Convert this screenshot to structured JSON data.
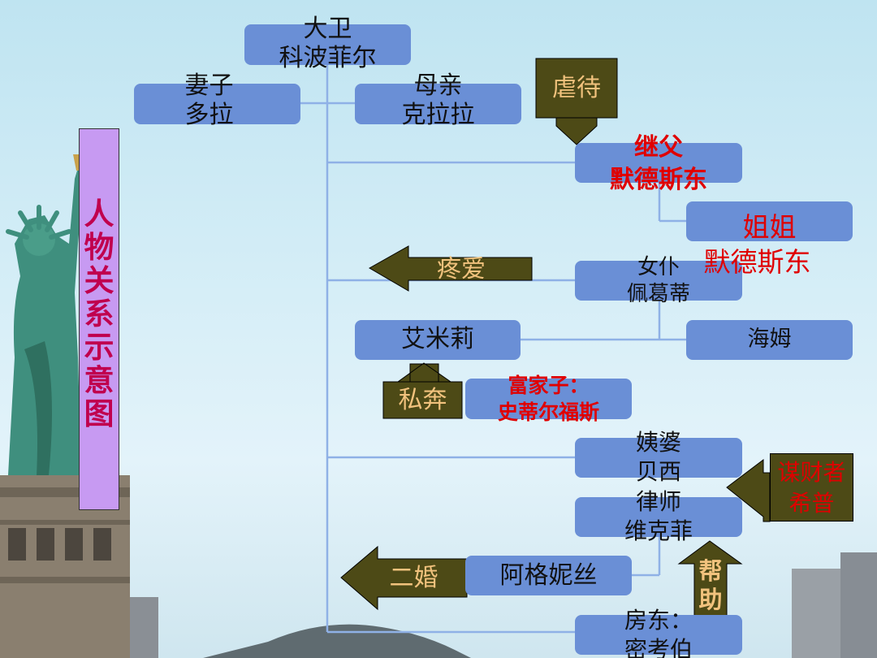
{
  "title": "人物关系示意图",
  "nodes": {
    "david": [
      "大卫",
      "科波菲尔"
    ],
    "wife": [
      "妻子",
      "多拉"
    ],
    "mother": [
      "母亲",
      "克拉拉"
    ],
    "stepfather": [
      "继父",
      "默德斯东"
    ],
    "stepsister": [
      "姐姐",
      "默德斯东"
    ],
    "maid": [
      "女仆",
      "佩葛蒂"
    ],
    "emily": "艾米莉",
    "ham": "海姆",
    "rich_son": [
      "富家子：",
      "史蒂尔福斯"
    ],
    "aunt": [
      "姨婆",
      "贝西"
    ],
    "lawyer": [
      "律师",
      "维克菲"
    ],
    "agnes": "阿格妮丝",
    "landlord": [
      "房东：",
      "密考伯"
    ]
  },
  "relations": {
    "abuse": "虐待",
    "love": "疼爱",
    "elope": "私奔",
    "second_marriage": "二婚",
    "schemer": [
      "谋财者",
      "希普"
    ],
    "help": [
      "帮",
      "助"
    ]
  },
  "colors": {
    "node_fill": "#6a8fd6",
    "connector": "#8fb1e6",
    "title_fill": "#c79af2",
    "title_text": "#c0004e",
    "arrow_fill": "#4d4a16",
    "arrow_text": "#f1c27d",
    "highlight_text": "#e00000"
  }
}
